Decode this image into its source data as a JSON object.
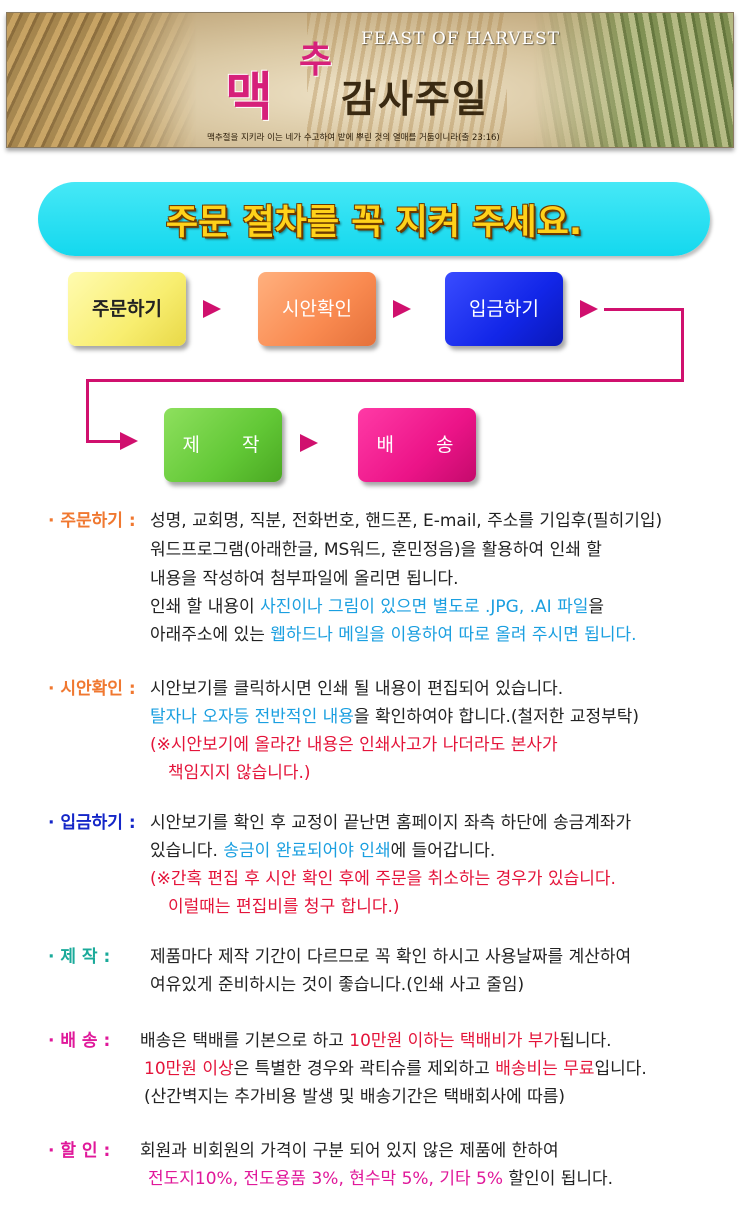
{
  "banner": {
    "logo_maek": "맥",
    "logo_chu": "추",
    "logo_sub": "감사주일",
    "logo_en": "FEAST OF HARVEST",
    "verse": "맥추절을 지키라 이는 네가 수고하여 밭에 뿌린 것의 열매를 거둠이니라(출 23:16)"
  },
  "title": "주문 절차를 꼭 지켜 주세요.",
  "flow": {
    "step1": "주문하기",
    "step2": "시안확인",
    "step3": "입금하기",
    "step4": "제 작",
    "step5": "배 송"
  },
  "colors": {
    "arrow": "#d0106e",
    "title_bg": "#1ad8ee",
    "title_text": "#ffd21a"
  },
  "sections": {
    "order": {
      "label": "· 주문하기 :",
      "l1": "성명, 교회명, 직분, 전화번호, 핸드폰, E-mail, 주소를 기입후(필히기입)",
      "l2": "워드프로그램(아래한글, MS워드, 훈민정음)을 활용하여 인쇄 할",
      "l3": "내용을 작성하여 첨부파일에 올리면 됩니다.",
      "l4a": "인쇄 할 내용이 ",
      "l4b": "사진이나 그림이 있으면 별도로 .JPG, .AI 파일",
      "l4c": "을",
      "l5a": "아래주소에 있는 ",
      "l5b": "웹하드나 메일을 이용하여 따로 올려 주시면 됩니다."
    },
    "proof": {
      "label": "· 시안확인 :",
      "l1": "시안보기를 클릭하시면 인쇄 될 내용이 편집되어 있습니다.",
      "l2a": "탈자나 오자등 전반적인 내용",
      "l2b": "을 확인하여야 합니다.(철저한 교정부탁)",
      "l3": "(※시안보기에 올라간 내용은 인쇄사고가 나더라도 본사가",
      "l4": "책임지지 않습니다.)"
    },
    "deposit": {
      "label": "· 입금하기 :",
      "l1": "시안보기를 확인 후 교정이 끝난면 홈페이지 좌측 하단에 송금계좌가",
      "l2a": "있습니다. ",
      "l2b": "송금이 완료되어야 인쇄",
      "l2c": "에 들어갑니다.",
      "l3": "(※간혹 편집 후 시안 확인 후에 주문을 취소하는 경우가 있습니다.",
      "l4": "이럴때는 편집비를 청구 합니다.)"
    },
    "make": {
      "label": "· 제     작 :",
      "l1": "제품마다 제작 기간이 다르므로 꼭 확인 하시고 사용날짜를 계산하여",
      "l2": "여유있게 준비하시는 것이 좋습니다.(인쇄 사고 줄임)"
    },
    "ship": {
      "label": "· 배     송 :",
      "l1a": "배송은 택배를 기본으로 하고 ",
      "l1b": "10만원 이하는 택배비가 부가",
      "l1c": "됩니다.",
      "l2a": "10만원 이상",
      "l2b": "은 특별한 경우와 곽티슈를 제외하고 ",
      "l2c": "배송비는 무료",
      "l2d": "입니다.",
      "l3": "(산간벽지는 추가비용 발생 및 배송기간은 택배회사에 따름)"
    },
    "discount": {
      "label": "· 할     인 :",
      "l1": "회원과 비회원의 가격이 구분 되어 있지 않은 제품에 한하여",
      "l2a": "전도지10%, 전도용품 3%, 현수막 5%, 기타 5%",
      "l2b": " 할인이 됩니다."
    }
  }
}
